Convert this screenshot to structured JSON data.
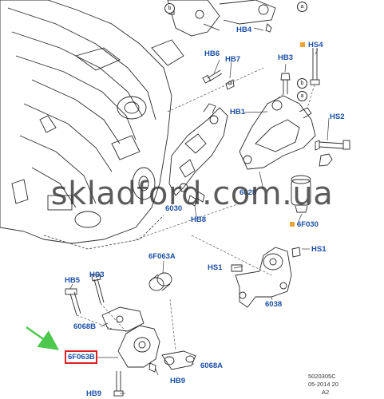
{
  "labels": {
    "hb4": "HB4",
    "hb6": "HB6",
    "hb7": "HB7",
    "hb3_top": "HB3",
    "hs4": "HS4",
    "hb1": "HB1",
    "hs2": "HS2",
    "p6030": "6030",
    "hb8": "HB8",
    "p6f030": "6F030",
    "p6f063a": "6F063A",
    "hs1_left": "HS1",
    "hs1_right": "HS1",
    "p6038": "6038",
    "hb5": "HB5",
    "hs3": "HS3",
    "p6068b": "6068B",
    "p6f063b": "6F063B",
    "hb9_mid": "HB9",
    "hb9_bottom": "HB9",
    "p6068a": "6068A",
    "p6028": "6028"
  },
  "markers": {
    "a": "a",
    "b": "b"
  },
  "watermark": "skladford.com.ua",
  "footer": {
    "code": "5020305C",
    "date": "05-2014 20",
    "rev": "A2"
  },
  "colors": {
    "label_blue": "#1a4fa8",
    "square": "#f0a23a",
    "arrow": "#4cc94c",
    "highlight": "#e02020"
  }
}
